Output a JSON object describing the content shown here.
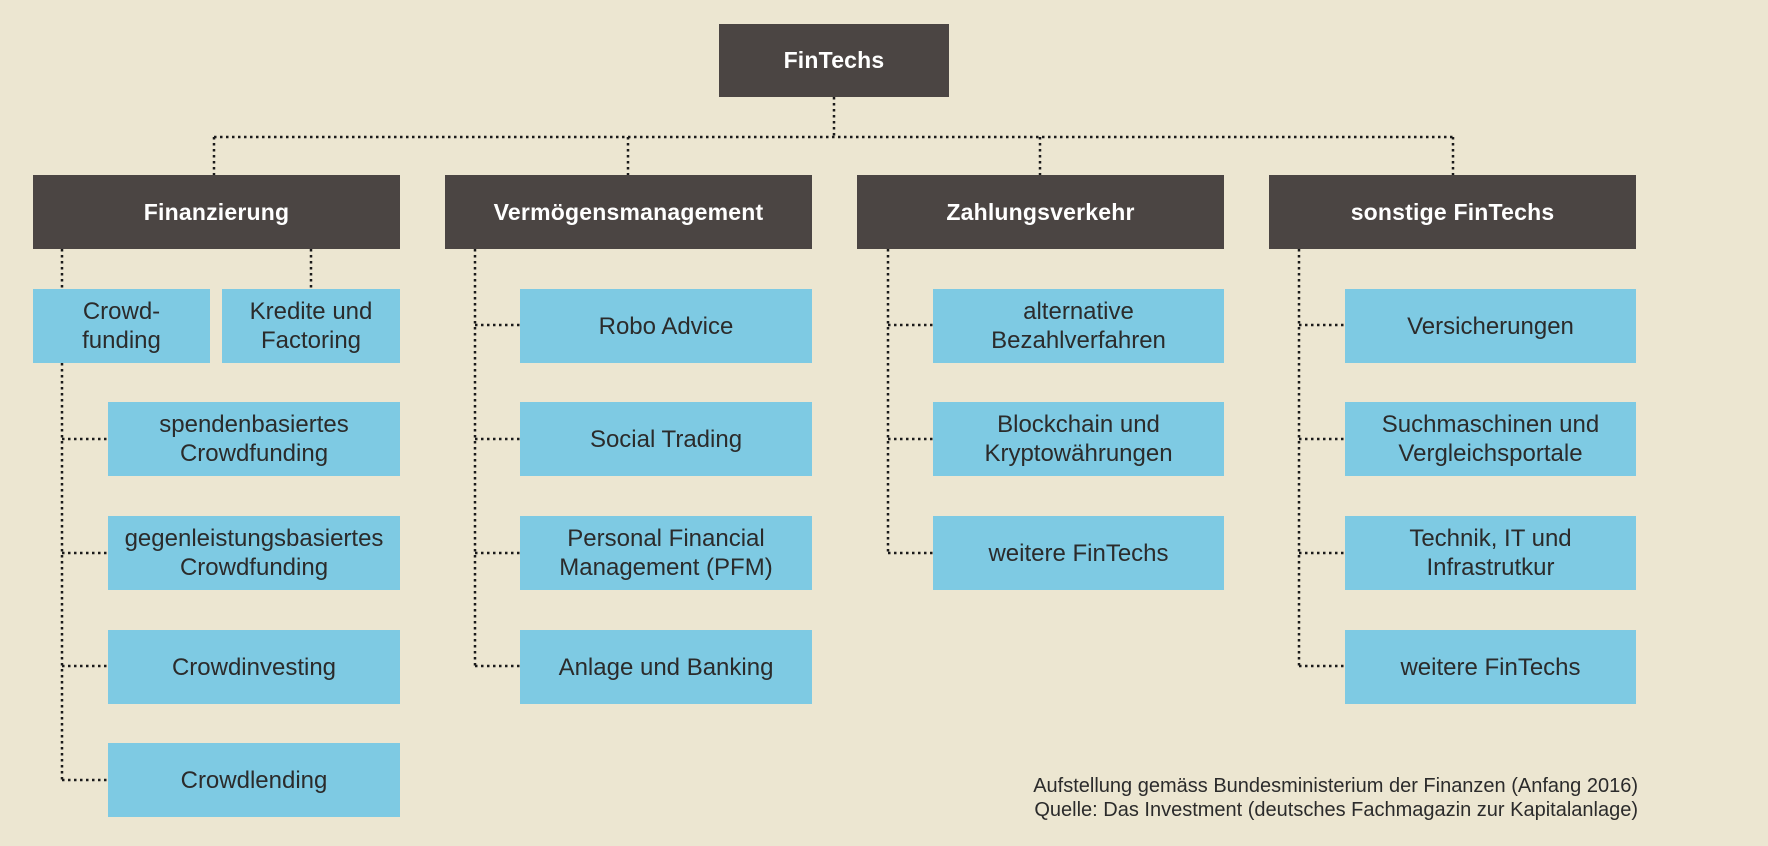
{
  "root": {
    "label": "FinTechs"
  },
  "categories": [
    {
      "label": "Finanzierung"
    },
    {
      "label": "Vermögensmanagement"
    },
    {
      "label": "Zahlungsverkehr"
    },
    {
      "label": "sonstige FinTechs"
    }
  ],
  "finanzierung": {
    "sub": [
      {
        "label": "Crowd-\nfunding"
      },
      {
        "label": "Kredite und\nFactoring"
      }
    ],
    "crowdfunding_items": [
      {
        "label": "spendenbasiertes\nCrowdfunding"
      },
      {
        "label": "gegenleistungsbasiertes\nCrowdfunding"
      },
      {
        "label": "Crowdinvesting"
      },
      {
        "label": "Crowdlending"
      }
    ]
  },
  "vermoegensmanagement": {
    "items": [
      {
        "label": "Robo Advice"
      },
      {
        "label": "Social Trading"
      },
      {
        "label": "Personal Financial\nManagement (PFM)"
      },
      {
        "label": "Anlage und Banking"
      }
    ]
  },
  "zahlungsverkehr": {
    "items": [
      {
        "label": "alternative\nBezahlverfahren"
      },
      {
        "label": "Blockchain und\nKryptowährungen"
      },
      {
        "label": "weitere FinTechs"
      }
    ]
  },
  "sonstige": {
    "items": [
      {
        "label": "Versicherungen"
      },
      {
        "label": "Suchmaschinen und\nVergleichsportale"
      },
      {
        "label": "Technik, IT und\nInfrastrutkur"
      },
      {
        "label": "weitere FinTechs"
      }
    ]
  },
  "footer": {
    "line1": "Aufstellung gemäss Bundesministerium der Finanzen (Anfang 2016)",
    "line2": "Quelle: Das Investment (deutsches Fachmagazin zur Kapitalanlage)"
  }
}
